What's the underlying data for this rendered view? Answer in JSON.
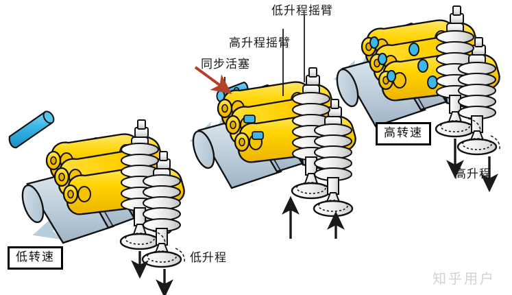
{
  "diagram": {
    "title_labels": {
      "sync_piston": "同步活塞",
      "high_lift_rocker": "高升程摇臂",
      "low_lift_rocker": "低升程摇臂"
    },
    "stage_labels": {
      "low_rpm": "低转速",
      "high_rpm": "高转速",
      "low_lift": "低升程",
      "high_lift": "高升程"
    },
    "watermark": "知乎用户",
    "colors": {
      "rocker_yellow": "#FFD400",
      "rocker_yellow_dark": "#F0B800",
      "rocker_yellow_light": "#FFE766",
      "piston_blue": "#3BB8E8",
      "piston_blue_dark": "#1E93C8",
      "cam_gray": "#C3D2DE",
      "cam_gray_dark": "#A8BCCB",
      "spring_gray": "#F0F0F0",
      "valve_gray": "#E4E4E4",
      "outline": "#111111",
      "rotation_arrow": "#B8CEDC",
      "pointer_red": "#B5402A",
      "motion_arrow": "#1a1a1a",
      "watermark_gray": "#d2d2d2"
    }
  }
}
